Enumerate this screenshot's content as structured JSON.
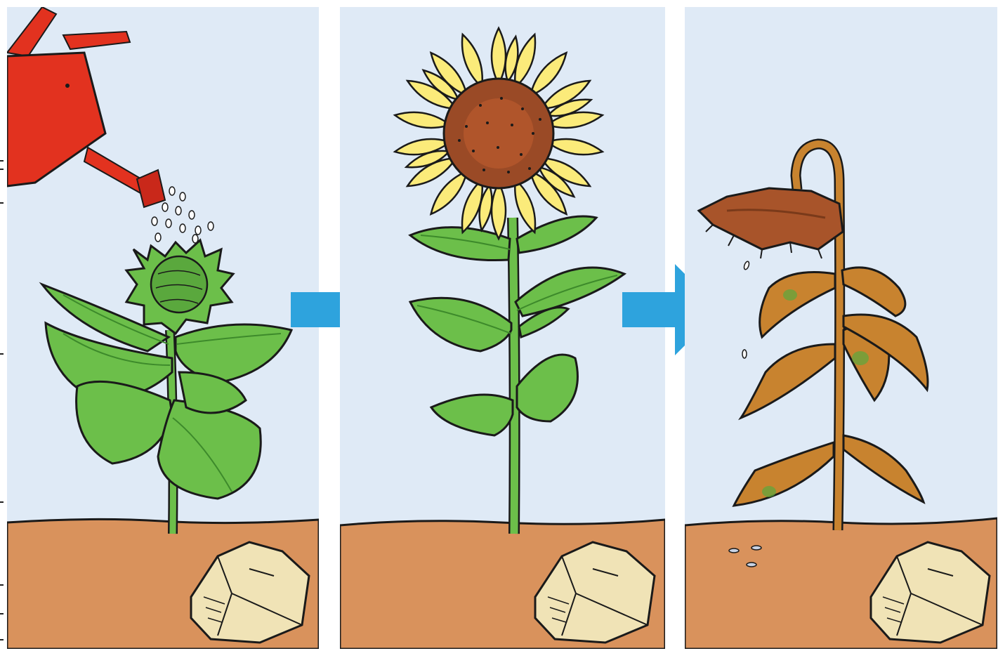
{
  "panels": [
    {
      "stage": "young-plant",
      "elements": [
        "watering-can-icon",
        "water-drops",
        "bud",
        "leaves",
        "stem",
        "soil",
        "rock"
      ]
    },
    {
      "stage": "blooming-sunflower",
      "elements": [
        "sunflower-head",
        "petals",
        "leaves",
        "stem",
        "soil",
        "rock"
      ]
    },
    {
      "stage": "wilted-sunflower",
      "elements": [
        "wilted-head",
        "falling-seeds",
        "dry-leaves",
        "stem",
        "soil",
        "rock",
        "seeds-in-soil"
      ]
    }
  ],
  "arrows": [
    {
      "from": "young-plant",
      "to": "blooming-sunflower"
    },
    {
      "from": "blooming-sunflower",
      "to": "wilted-sunflower"
    }
  ],
  "colors": {
    "sky": "#dfeaf6",
    "soil": "#d9925c",
    "leaf": "#6cbf4a",
    "leaf_dark": "#3d8a2b",
    "petal": "#fbeb7a",
    "center": "#9a4a26",
    "wilted": "#c8832f",
    "watering_can": "#e2321f",
    "arrow": "#2ea3dd",
    "rock": "#f0e3b6"
  }
}
